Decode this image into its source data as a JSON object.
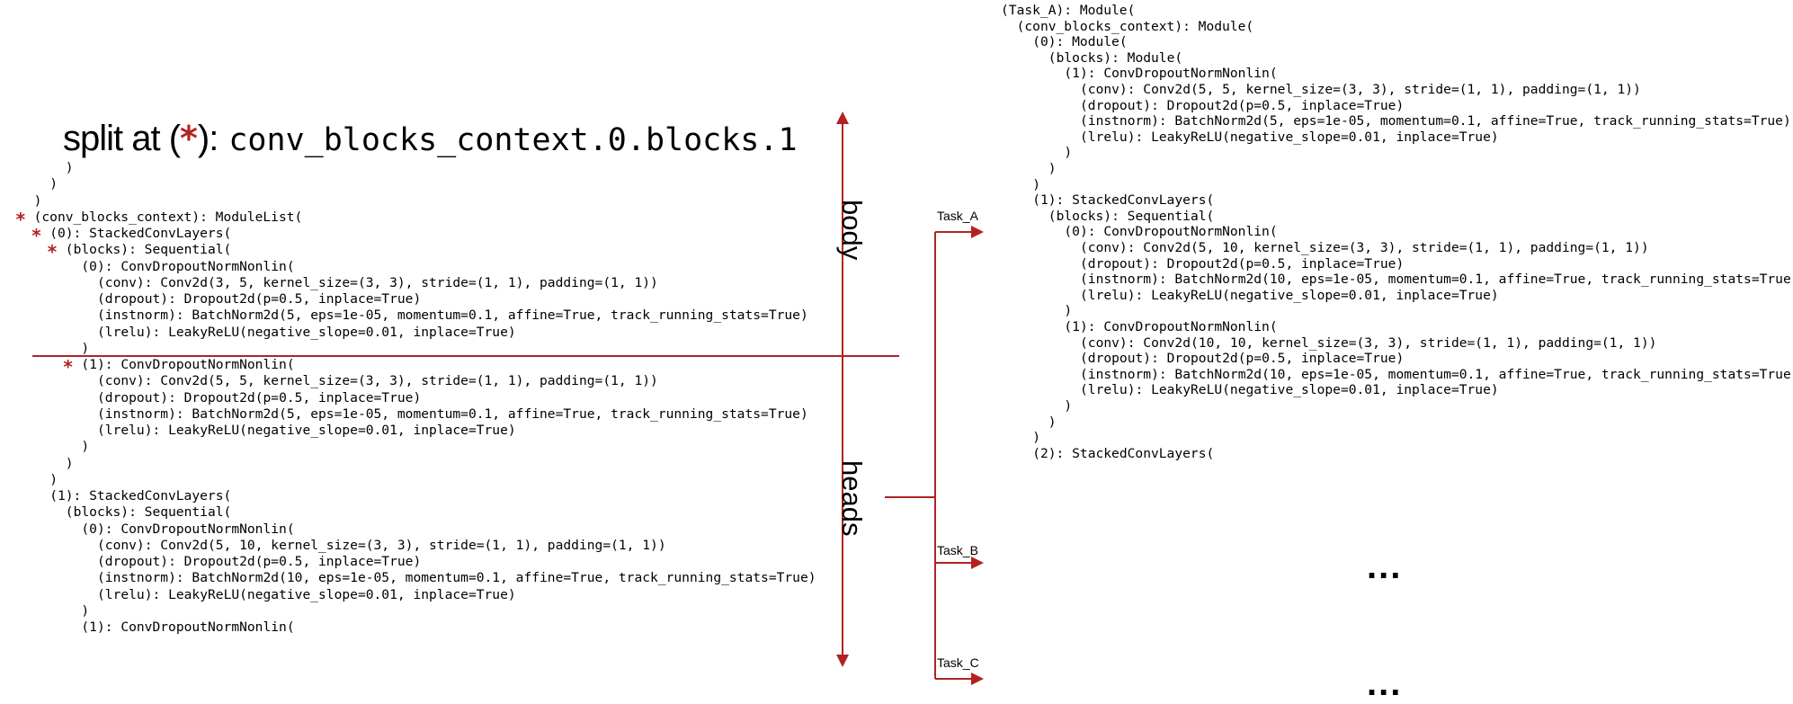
{
  "title": {
    "prefix": "split at (",
    "star": "*",
    "suffix": "):",
    "module_path": "conv_blocks_context.0.blocks.1"
  },
  "left_code": [
    {
      "indent": 6,
      "text": ")",
      "star": false
    },
    {
      "indent": 4,
      "text": ")",
      "star": false
    },
    {
      "indent": 2,
      "text": ")",
      "star": false
    },
    {
      "indent": 2,
      "text": "(conv_blocks_context): ModuleList(",
      "star": true
    },
    {
      "indent": 4,
      "text": "(0): StackedConvLayers(",
      "star": true
    },
    {
      "indent": 6,
      "text": "(blocks): Sequential(",
      "star": true
    },
    {
      "indent": 8,
      "text": "(0): ConvDropoutNormNonlin(",
      "star": false
    },
    {
      "indent": 10,
      "text": "(conv): Conv2d(3, 5, kernel_size=(3, 3), stride=(1, 1), padding=(1, 1))",
      "star": false
    },
    {
      "indent": 10,
      "text": "(dropout): Dropout2d(p=0.5, inplace=True)",
      "star": false
    },
    {
      "indent": 10,
      "text": "(instnorm): BatchNorm2d(5, eps=1e-05, momentum=0.1, affine=True, track_running_stats=True)",
      "star": false
    },
    {
      "indent": 10,
      "text": "(lrelu): LeakyReLU(negative_slope=0.01, inplace=True)",
      "star": false
    },
    {
      "indent": 8,
      "text": ")",
      "star": false
    },
    {
      "indent": 8,
      "text": "(1): ConvDropoutNormNonlin(",
      "star": true
    },
    {
      "indent": 10,
      "text": "(conv): Conv2d(5, 5, kernel_size=(3, 3), stride=(1, 1), padding=(1, 1))",
      "star": false
    },
    {
      "indent": 10,
      "text": "(dropout): Dropout2d(p=0.5, inplace=True)",
      "star": false
    },
    {
      "indent": 10,
      "text": "(instnorm): BatchNorm2d(5, eps=1e-05, momentum=0.1, affine=True, track_running_stats=True)",
      "star": false
    },
    {
      "indent": 10,
      "text": "(lrelu): LeakyReLU(negative_slope=0.01, inplace=True)",
      "star": false
    },
    {
      "indent": 8,
      "text": ")",
      "star": false
    },
    {
      "indent": 6,
      "text": ")",
      "star": false
    },
    {
      "indent": 4,
      "text": ")",
      "star": false
    },
    {
      "indent": 4,
      "text": "(1): StackedConvLayers(",
      "star": false
    },
    {
      "indent": 6,
      "text": "(blocks): Sequential(",
      "star": false
    },
    {
      "indent": 8,
      "text": "(0): ConvDropoutNormNonlin(",
      "star": false
    },
    {
      "indent": 10,
      "text": "(conv): Conv2d(5, 10, kernel_size=(3, 3), stride=(1, 1), padding=(1, 1))",
      "star": false
    },
    {
      "indent": 10,
      "text": "(dropout): Dropout2d(p=0.5, inplace=True)",
      "star": false
    },
    {
      "indent": 10,
      "text": "(instnorm): BatchNorm2d(10, eps=1e-05, momentum=0.1, affine=True, track_running_stats=True)",
      "star": false
    },
    {
      "indent": 10,
      "text": "(lrelu): LeakyReLU(negative_slope=0.01, inplace=True)",
      "star": false
    },
    {
      "indent": 8,
      "text": ")",
      "star": false
    },
    {
      "indent": 8,
      "text": "(1): ConvDropoutNormNonlin(",
      "star": false
    }
  ],
  "right_code": [
    {
      "indent": 0,
      "text": "(Task_A): Module("
    },
    {
      "indent": 2,
      "text": "(conv_blocks_context): Module("
    },
    {
      "indent": 4,
      "text": "(0): Module("
    },
    {
      "indent": 6,
      "text": "(blocks): Module("
    },
    {
      "indent": 8,
      "text": "(1): ConvDropoutNormNonlin("
    },
    {
      "indent": 10,
      "text": "(conv): Conv2d(5, 5, kernel_size=(3, 3), stride=(1, 1), padding=(1, 1))"
    },
    {
      "indent": 10,
      "text": "(dropout): Dropout2d(p=0.5, inplace=True)"
    },
    {
      "indent": 10,
      "text": "(instnorm): BatchNorm2d(5, eps=1e-05, momentum=0.1, affine=True, track_running_stats=True)"
    },
    {
      "indent": 10,
      "text": "(lrelu): LeakyReLU(negative_slope=0.01, inplace=True)"
    },
    {
      "indent": 8,
      "text": ")"
    },
    {
      "indent": 6,
      "text": ")"
    },
    {
      "indent": 4,
      "text": ")"
    },
    {
      "indent": 4,
      "text": "(1): StackedConvLayers("
    },
    {
      "indent": 6,
      "text": "(blocks): Sequential("
    },
    {
      "indent": 8,
      "text": "(0): ConvDropoutNormNonlin("
    },
    {
      "indent": 10,
      "text": "(conv): Conv2d(5, 10, kernel_size=(3, 3), stride=(1, 1), padding=(1, 1))"
    },
    {
      "indent": 10,
      "text": "(dropout): Dropout2d(p=0.5, inplace=True)"
    },
    {
      "indent": 10,
      "text": "(instnorm): BatchNorm2d(10, eps=1e-05, momentum=0.1, affine=True, track_running_stats=True)"
    },
    {
      "indent": 10,
      "text": "(lrelu): LeakyReLU(negative_slope=0.01, inplace=True)"
    },
    {
      "indent": 8,
      "text": ")"
    },
    {
      "indent": 8,
      "text": "(1): ConvDropoutNormNonlin("
    },
    {
      "indent": 10,
      "text": "(conv): Conv2d(10, 10, kernel_size=(3, 3), stride=(1, 1), padding=(1, 1))"
    },
    {
      "indent": 10,
      "text": "(dropout): Dropout2d(p=0.5, inplace=True)"
    },
    {
      "indent": 10,
      "text": "(instnorm): BatchNorm2d(10, eps=1e-05, momentum=0.1, affine=True, track_running_stats=True)"
    },
    {
      "indent": 10,
      "text": "(lrelu): LeakyReLU(negative_slope=0.01, inplace=True)"
    },
    {
      "indent": 8,
      "text": ")"
    },
    {
      "indent": 6,
      "text": ")"
    },
    {
      "indent": 4,
      "text": ")"
    },
    {
      "indent": 4,
      "text": "(2): StackedConvLayers("
    }
  ],
  "labels": {
    "body": "body",
    "heads": "heads",
    "task_a": "Task_A",
    "task_b": "Task_B",
    "task_c": "Task_C",
    "ellipsis": "..."
  },
  "colors": {
    "accent": "#b22222",
    "text": "#000000",
    "background": "#ffffff"
  }
}
